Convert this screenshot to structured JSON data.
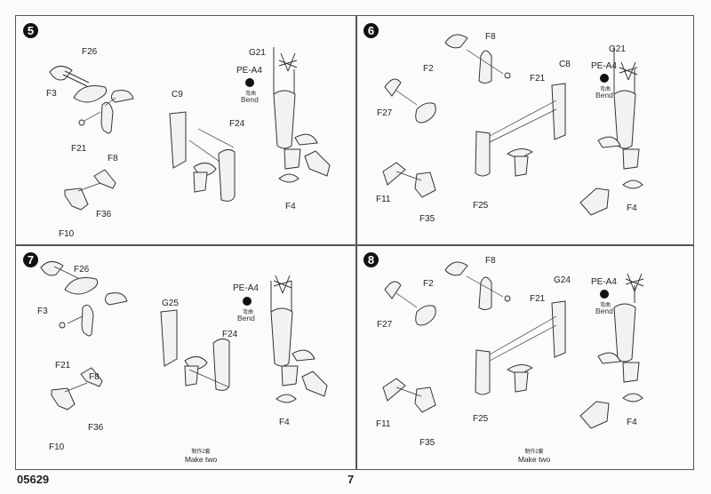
{
  "document": {
    "kit_code": "05629",
    "page_number": "7"
  },
  "steps": [
    {
      "number": "5",
      "labels": {
        "g21": "G21",
        "pe": "PE-A4",
        "bend_cn": "弯曲",
        "bend": "Bend",
        "f26": "F26",
        "f3": "F3",
        "f21": "F21",
        "f8": "F8",
        "c9": "C9",
        "f24": "F24",
        "f36": "F36",
        "f10": "F10",
        "f4": "F4"
      }
    },
    {
      "number": "6",
      "labels": {
        "f8": "F8",
        "g21": "G21",
        "pe": "PE-A4",
        "bend_cn": "弯曲",
        "bend": "Bend",
        "f2": "F2",
        "f21": "F21",
        "c8": "C8",
        "f27": "F27",
        "f11": "F11",
        "f35": "F35",
        "f25": "F25",
        "f4": "F4"
      }
    },
    {
      "number": "7",
      "labels": {
        "f26": "F26",
        "pe": "PE-A4",
        "bend_cn": "弯曲",
        "bend": "Bend",
        "f3": "F3",
        "g25": "G25",
        "f24": "F24",
        "f21": "F21",
        "f8": "F8",
        "f36": "F36",
        "f10": "F10",
        "f4": "F4"
      },
      "note_cn": "制作2套",
      "note": "Make two"
    },
    {
      "number": "8",
      "labels": {
        "f8": "F8",
        "f2": "F2",
        "g24": "G24",
        "pe": "PE-A4",
        "bend_cn": "弯曲",
        "bend": "Bend",
        "f21": "F21",
        "f27": "F27",
        "f25": "F25",
        "f11": "F11",
        "f35": "F35",
        "f4": "F4"
      },
      "note_cn": "制作2套",
      "note": "Make two"
    }
  ]
}
